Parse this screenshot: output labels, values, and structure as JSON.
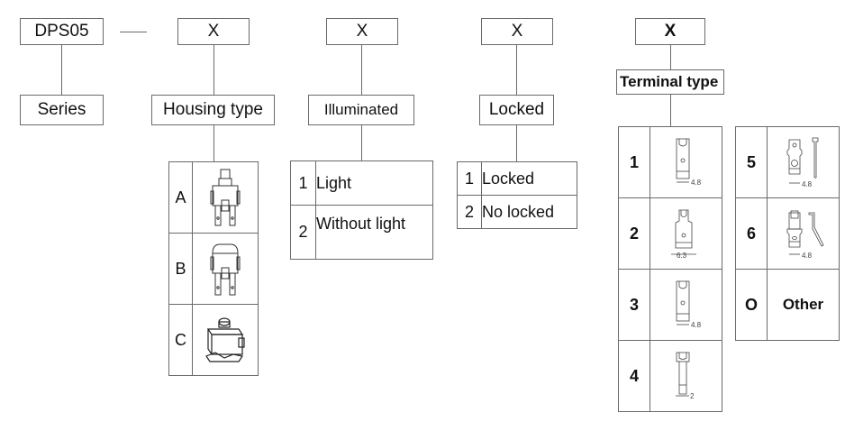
{
  "model_code": {
    "series_code": "DPS05",
    "separator": "—",
    "placeholders": [
      "X",
      "X",
      "X",
      "X"
    ]
  },
  "categories": {
    "series": "Series",
    "housing_type": "Housing type",
    "illuminated": "Illuminated",
    "locked": "Locked",
    "terminal_type": "Terminal type"
  },
  "housing_options": [
    {
      "code": "A",
      "image": "switch-housing-a-icon"
    },
    {
      "code": "B",
      "image": "switch-housing-b-icon"
    },
    {
      "code": "C",
      "image": "switch-housing-c-icon"
    }
  ],
  "illuminated_options": [
    {
      "code": "1",
      "label": "Light"
    },
    {
      "code": "2",
      "label": "Without light"
    }
  ],
  "locked_options": [
    {
      "code": "1",
      "label": "Locked"
    },
    {
      "code": "2",
      "label": "No locked"
    }
  ],
  "terminal_options_left": [
    {
      "code": "1",
      "dimension": "4.8"
    },
    {
      "code": "2",
      "dimension": "6.3"
    },
    {
      "code": "3",
      "dimension": "4.8"
    },
    {
      "code": "4",
      "dimension": "2"
    }
  ],
  "terminal_options_right": [
    {
      "code": "5",
      "dimension": "4.8"
    },
    {
      "code": "6",
      "dimension": "4.8"
    },
    {
      "code": "O",
      "label": "Other"
    }
  ]
}
